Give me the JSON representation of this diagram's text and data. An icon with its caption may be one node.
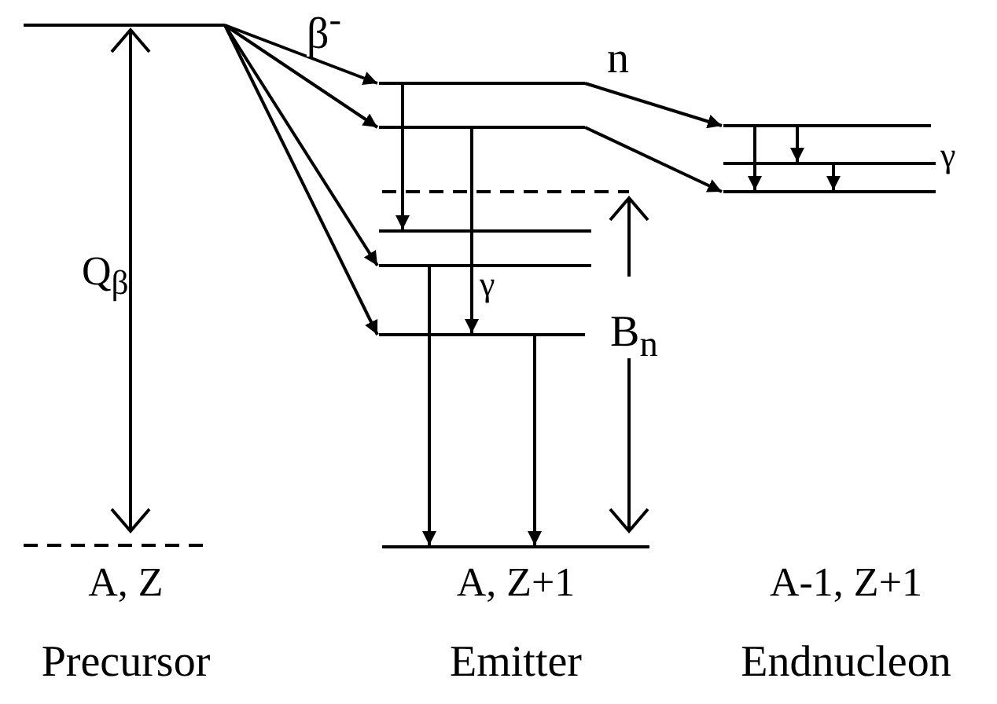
{
  "diagram": {
    "nodes": [
      {
        "text": [],
        "shape": "bar"
      },
      {
        "text": [],
        "shape": "bar"
      },
      {
        "text": [],
        "shape": "bar"
      },
      {
        "text": [],
        "shape": "bar"
      },
      {
        "text": [],
        "shape": "bar"
      },
      {
        "text": [],
        "shape": "bar"
      },
      {
        "text": [],
        "shape": "bar"
      },
      {
        "text": [],
        "shape": "bar"
      },
      {
        "text": [],
        "shape": "bar"
      },
      {
        "text": [],
        "shape": "bar"
      }
    ],
    "edges": [
      {
        "from": 0,
        "to": 1,
        "arrow": "to",
        "label": "β$^{-}$"
      },
      {
        "from": 0,
        "to": 2,
        "arrow": "to"
      },
      {
        "from": 0,
        "to": 4,
        "arrow": "to"
      },
      {
        "from": 0,
        "to": 5,
        "arrow": "to"
      },
      {
        "from": 1,
        "to": 3,
        "arrow": "to"
      },
      {
        "from": 2,
        "to": 5,
        "arrow": "to",
        "label": "γ"
      },
      {
        "from": 4,
        "to": 6,
        "arrow": "to"
      },
      {
        "from": 5,
        "to": 6,
        "arrow": "to"
      },
      {
        "from": 1,
        "to": 7,
        "arrow": "to",
        "label": "n"
      },
      {
        "from": 2,
        "to": 9,
        "arrow": "to"
      },
      {
        "from": 7,
        "to": 9,
        "arrow": "to"
      },
      {
        "from": 7,
        "to": 8,
        "arrow": "to"
      },
      {
        "from": 8,
        "to": 9,
        "arrow": "to"
      }
    ],
    "labels": [
      "Q$_{β}$",
      "γ",
      "B$_{n}$",
      "A, Z",
      "A, Z+1",
      "A-1, Z+1",
      "Precursor",
      "Emitter",
      "Endnucleon"
    ]
  }
}
